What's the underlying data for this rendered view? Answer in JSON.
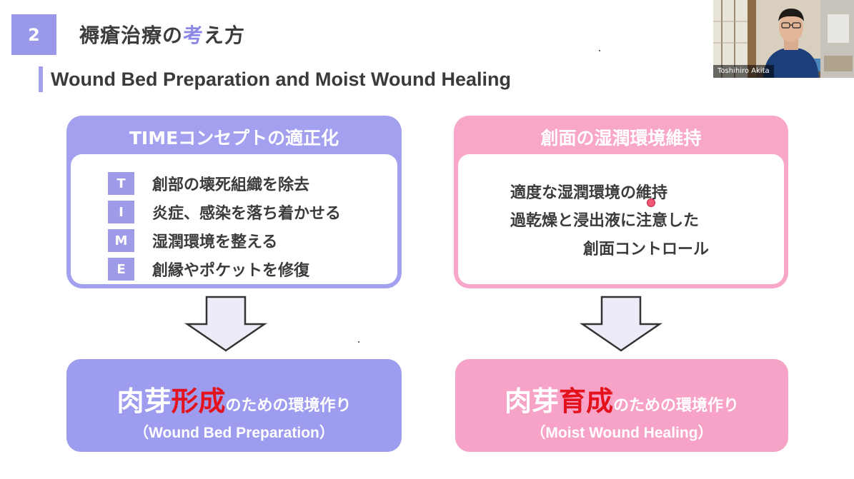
{
  "slide": {
    "number": "2",
    "title_pre": "褥瘡治療の",
    "title_hl": "考",
    "title_post": "え方",
    "subtitle": "Wound Bed Preparation  and  Moist Wound Healing"
  },
  "left_panel": {
    "heading": "TIMEコンセプトの適正化",
    "items": [
      {
        "letter": "T",
        "text": "創部の壊死組織を除去"
      },
      {
        "letter": "I",
        "text": "炎症、感染を落ち着かせる"
      },
      {
        "letter": "M",
        "text": "湿潤環境を整える"
      },
      {
        "letter": "E",
        "text": "創縁やポケットを修復"
      }
    ]
  },
  "right_panel": {
    "heading": "創面の湿潤環境維持",
    "lines": [
      "適度な湿潤環境の維持",
      "過乾燥と浸出液に注意した",
      "創面コントロール"
    ]
  },
  "left_result": {
    "big": "肉芽",
    "red": "形成",
    "small": "のための環境作り",
    "sub": "（Wound Bed Preparation）"
  },
  "right_result": {
    "big": "肉芽",
    "red": "育成",
    "small": "のための環境作り",
    "sub": "（Moist Wound Healing）"
  },
  "webcam": {
    "participant_name": "Toshihiro Akita"
  },
  "colors": {
    "accent_purple": "#9e9ce9",
    "accent_pink": "#f8a7c9",
    "highlight_red": "#e3121c"
  }
}
